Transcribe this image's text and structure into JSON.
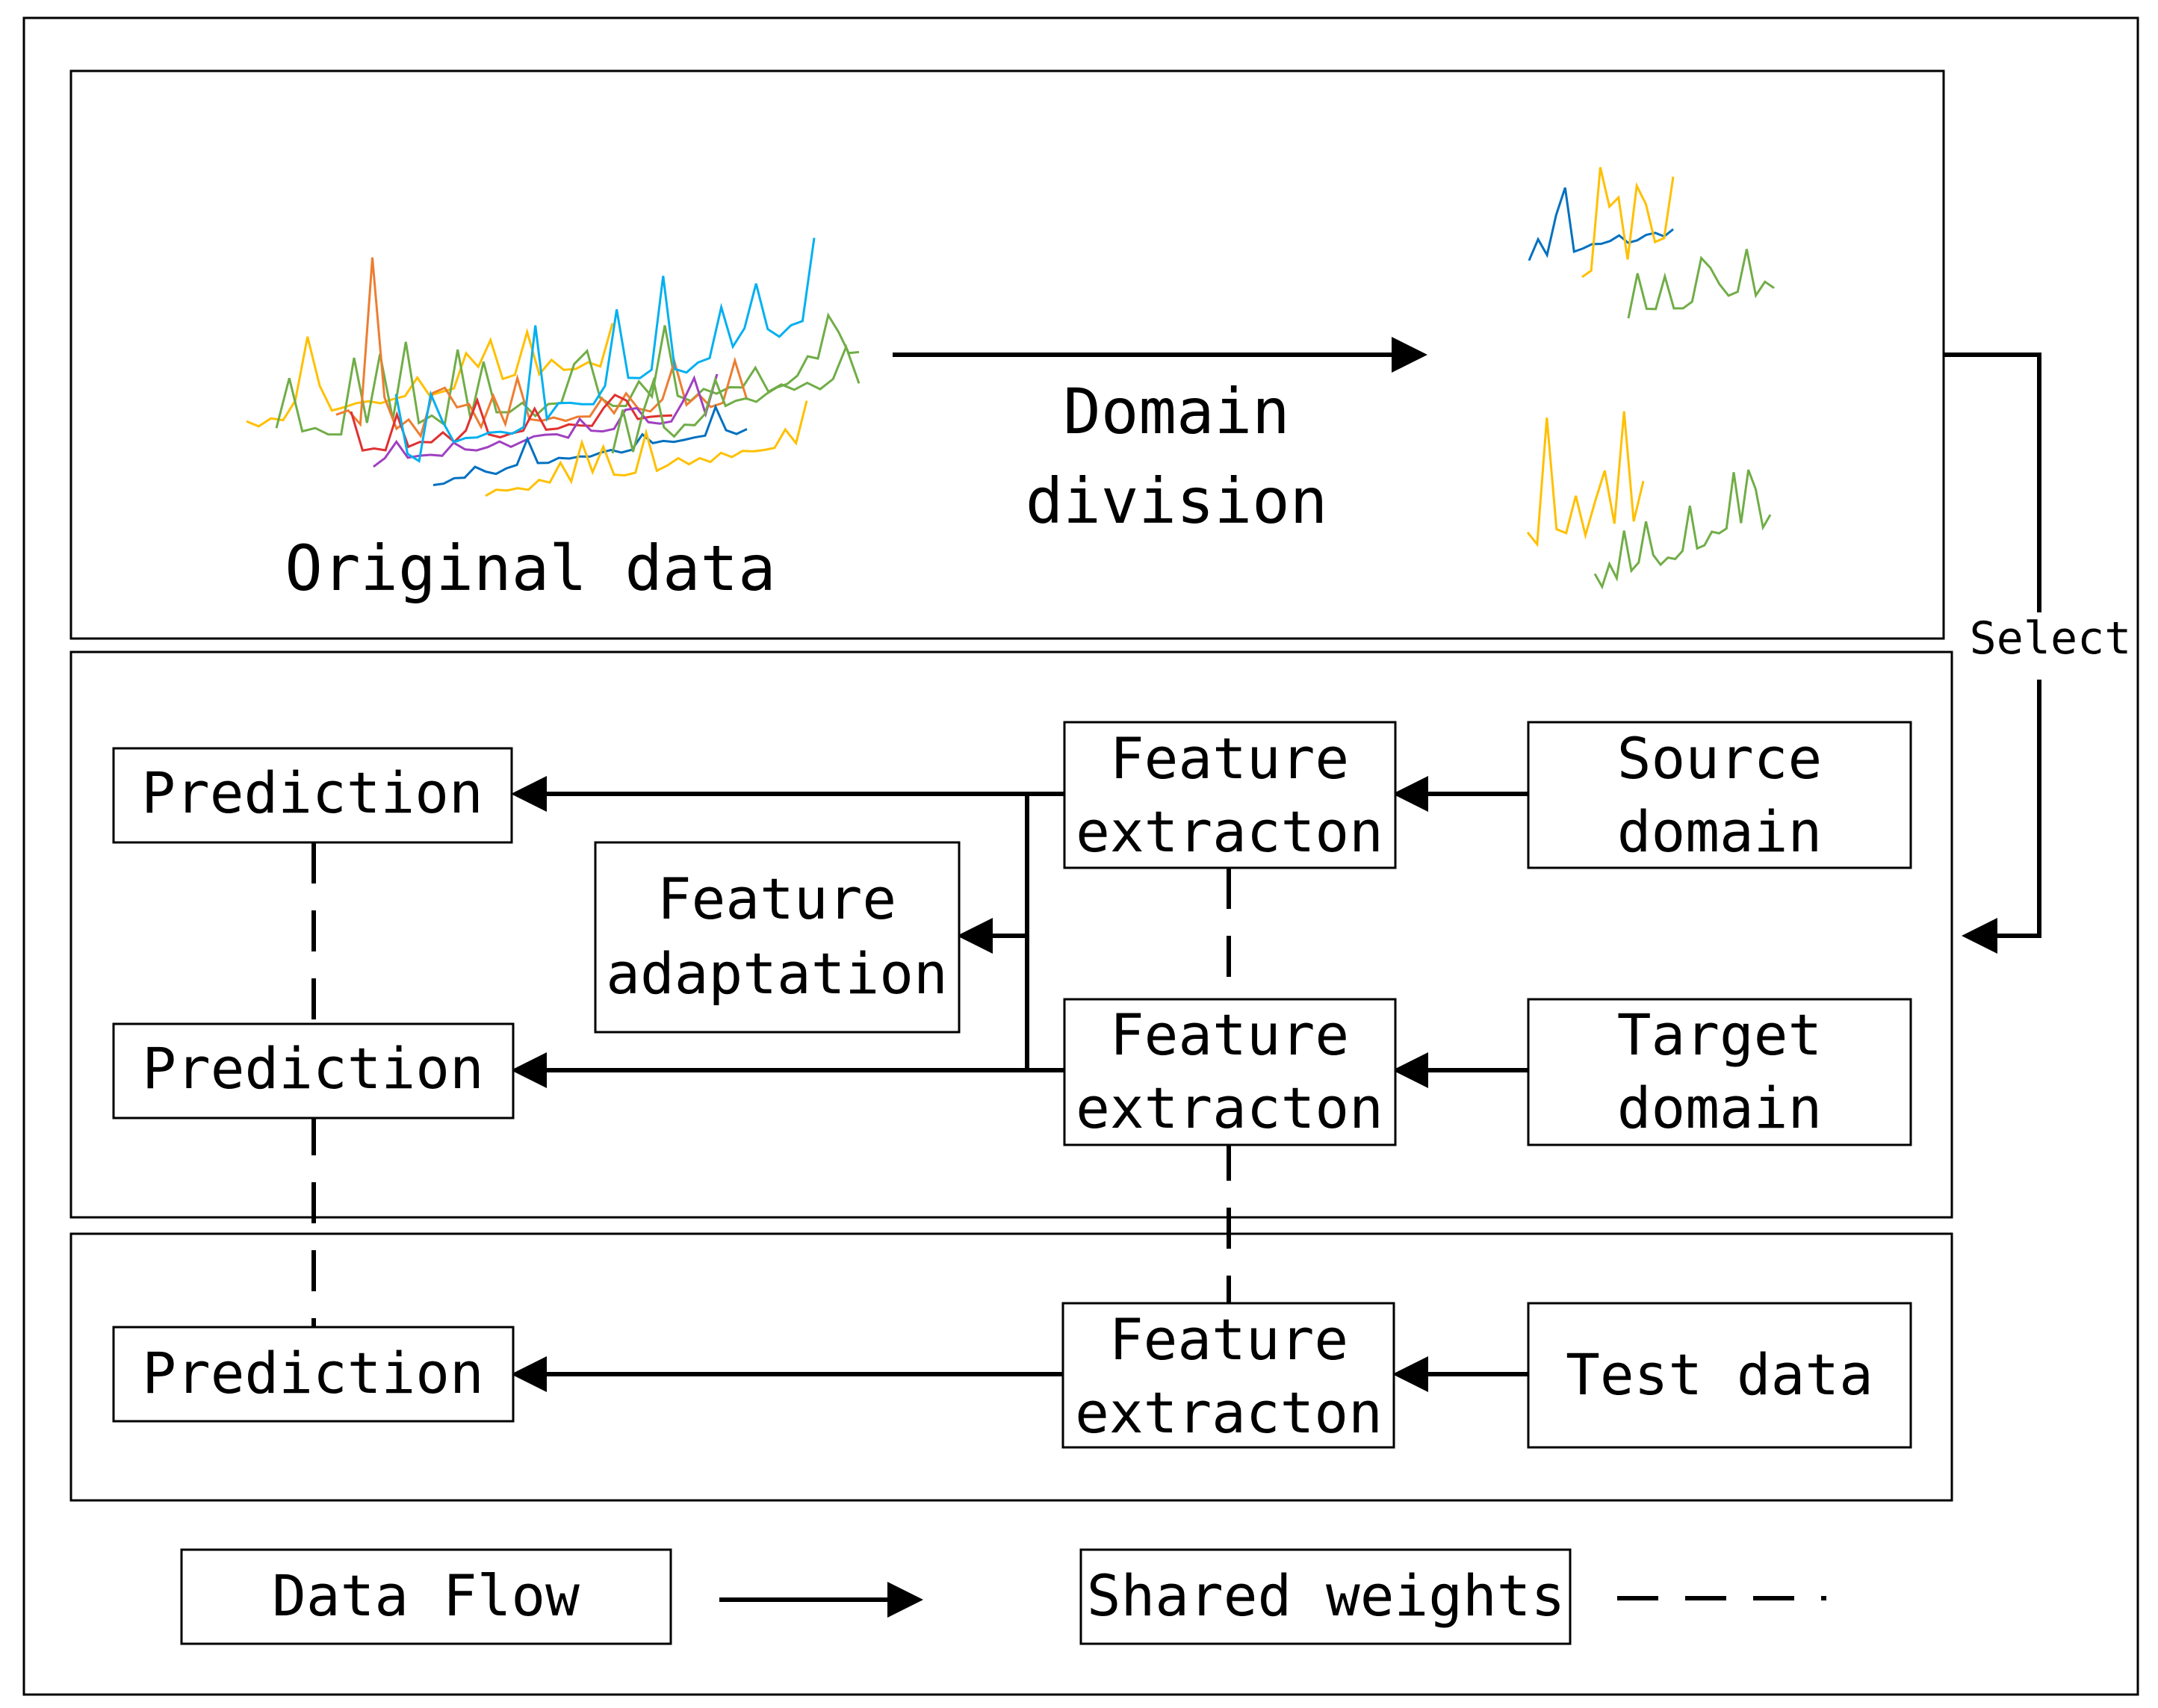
{
  "top_panel": {
    "original_data_label": "Original data",
    "domain_division_label": [
      "Domain",
      "division"
    ],
    "select_label": "Select"
  },
  "middle_panel": {
    "prediction_source": "Prediction",
    "prediction_target": "Prediction",
    "feature_adaptation": [
      "Feature",
      "adaptation"
    ],
    "feature_extraction_source": [
      "Feature",
      "extracton"
    ],
    "feature_extraction_target": [
      "Feature",
      "extracton"
    ],
    "source_domain": [
      "Source",
      "domain"
    ],
    "target_domain": [
      "Target",
      "domain"
    ]
  },
  "bottom_panel": {
    "prediction_test": "Prediction",
    "feature_extraction_test": [
      "Feature",
      "extracton"
    ],
    "test_data": "Test data"
  },
  "legend": {
    "data_flow": "Data Flow",
    "shared_weights": "Shared weights"
  },
  "colors": {
    "series": [
      "#ed7d31",
      "#ffc000",
      "#70ad47",
      "#00b0f0",
      "#0070c0",
      "#e03030",
      "#a040c0"
    ],
    "line": "#000000"
  }
}
